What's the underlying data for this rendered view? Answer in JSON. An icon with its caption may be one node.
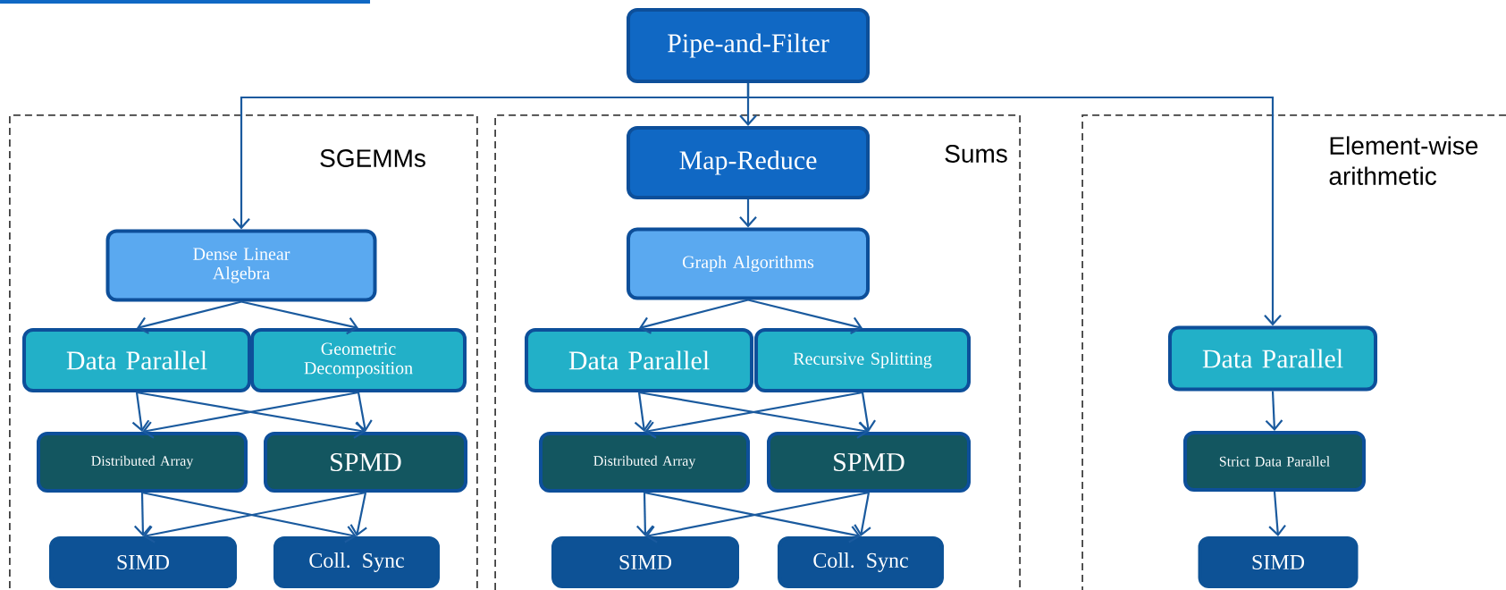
{
  "diagram": {
    "nodes": [
      {
        "text": [
          "Pipe-and-Filter"
        ]
      },
      {
        "text": [
          "SGEMMs"
        ]
      },
      {
        "text": [
          "Sums"
        ]
      },
      {
        "text": [
          "Element-wise arithmetic"
        ]
      },
      {
        "text": [
          "Dense Linear Algebra"
        ],
        "in": 1
      },
      {
        "text": [
          "Data Parallel"
        ],
        "in": 1
      },
      {
        "text": [
          "Geometric Decomposition"
        ],
        "in": 1
      },
      {
        "text": [
          "Distributed Array"
        ],
        "in": 1
      },
      {
        "text": [
          "SPMD"
        ],
        "in": 1
      },
      {
        "text": [
          "SIMD"
        ],
        "in": 1
      },
      {
        "text": [
          "Coll. Sync"
        ],
        "in": 1
      },
      {
        "text": [
          "Map-Reduce"
        ],
        "in": 2
      },
      {
        "text": [
          "Graph Algorithms"
        ],
        "in": 2
      },
      {
        "text": [
          "Data Parallel"
        ],
        "in": 2
      },
      {
        "text": [
          "Recursive Splitting"
        ],
        "in": 2
      },
      {
        "text": [
          "Distributed Array"
        ],
        "in": 2
      },
      {
        "text": [
          "SPMD"
        ],
        "in": 2
      },
      {
        "text": [
          "SIMD"
        ],
        "in": 2
      },
      {
        "text": [
          "Coll. Sync"
        ],
        "in": 2
      },
      {
        "text": [
          "Data Parallel"
        ],
        "in": 3
      },
      {
        "text": [
          "Strict Data Parallel"
        ],
        "in": 3
      },
      {
        "text": [
          "SIMD"
        ],
        "in": 3
      }
    ],
    "edges": [
      {
        "from": 0,
        "to": 4,
        "arrow": "to"
      },
      {
        "from": 0,
        "to": 11,
        "arrow": "to"
      },
      {
        "from": 0,
        "to": 19,
        "arrow": "to"
      },
      {
        "from": 4,
        "to": 5,
        "arrow": "to"
      },
      {
        "from": 4,
        "to": 6,
        "arrow": "to"
      },
      {
        "from": 5,
        "to": 7,
        "arrow": "to"
      },
      {
        "from": 5,
        "to": 8,
        "arrow": "to"
      },
      {
        "from": 6,
        "to": 7,
        "arrow": "to"
      },
      {
        "from": 6,
        "to": 8,
        "arrow": "to"
      },
      {
        "from": 7,
        "to": 9,
        "arrow": "to"
      },
      {
        "from": 7,
        "to": 10,
        "arrow": "to"
      },
      {
        "from": 8,
        "to": 9,
        "arrow": "to"
      },
      {
        "from": 8,
        "to": 10,
        "arrow": "to"
      },
      {
        "from": 11,
        "to": 12,
        "arrow": "to"
      },
      {
        "from": 12,
        "to": 13,
        "arrow": "to"
      },
      {
        "from": 12,
        "to": 14,
        "arrow": "to"
      },
      {
        "from": 13,
        "to": 15,
        "arrow": "to"
      },
      {
        "from": 13,
        "to": 16,
        "arrow": "to"
      },
      {
        "from": 14,
        "to": 15,
        "arrow": "to"
      },
      {
        "from": 14,
        "to": 16,
        "arrow": "to"
      },
      {
        "from": 15,
        "to": 17,
        "arrow": "to"
      },
      {
        "from": 15,
        "to": 18,
        "arrow": "to"
      },
      {
        "from": 16,
        "to": 17,
        "arrow": "to"
      },
      {
        "from": 16,
        "to": 18,
        "arrow": "to"
      },
      {
        "from": 19,
        "to": 20,
        "arrow": "to"
      },
      {
        "from": 20,
        "to": 21,
        "arrow": "to"
      }
    ]
  }
}
